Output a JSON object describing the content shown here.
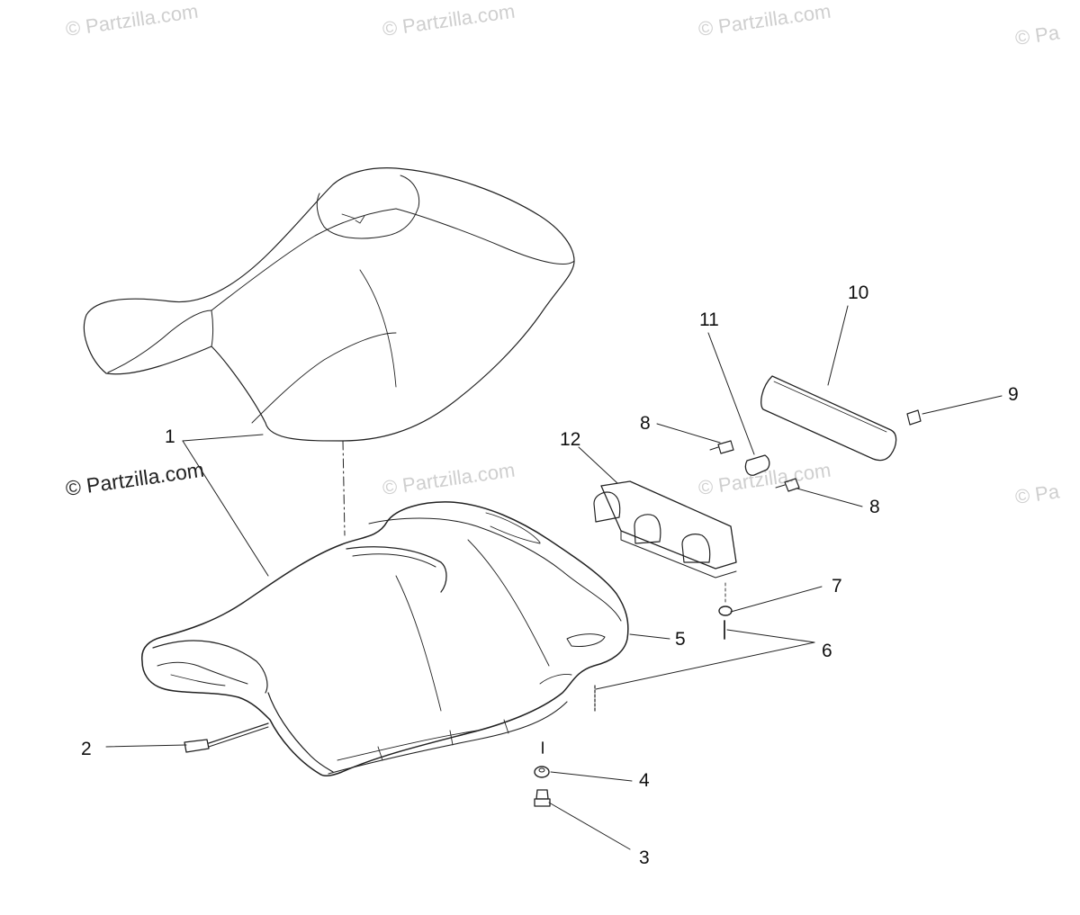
{
  "watermarks": [
    "© Partzilla.com",
    "© Partzilla.com",
    "© Partzilla.com",
    "© Pa",
    "© Partzilla.com",
    "© Partzilla.com",
    "© Partzilla.com",
    "© Pa"
  ],
  "callouts": {
    "c1": "1",
    "c2": "2",
    "c3": "3",
    "c4": "4",
    "c5": "5",
    "c6": "6",
    "c7": "7",
    "c8a": "8",
    "c8b": "8",
    "c9": "9",
    "c10": "10",
    "c11": "11",
    "c12": "12"
  }
}
